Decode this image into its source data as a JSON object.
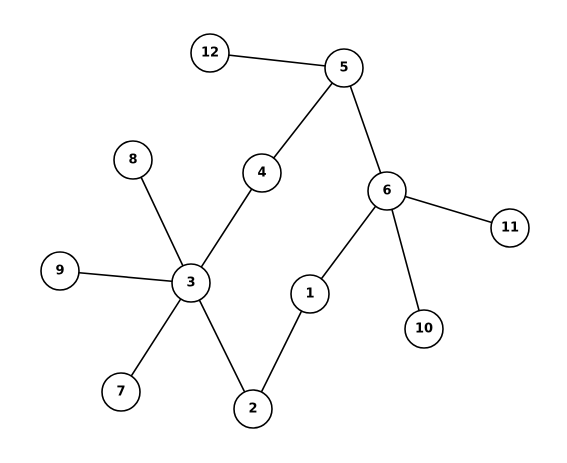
{
  "graph": {
    "nodes": [
      {
        "id": "1",
        "label": "1"
      },
      {
        "id": "2",
        "label": "2"
      },
      {
        "id": "3",
        "label": "3"
      },
      {
        "id": "4",
        "label": "4"
      },
      {
        "id": "5",
        "label": "5"
      },
      {
        "id": "6",
        "label": "6"
      },
      {
        "id": "7",
        "label": "7"
      },
      {
        "id": "8",
        "label": "8"
      },
      {
        "id": "9",
        "label": "9"
      },
      {
        "id": "10",
        "label": "10"
      },
      {
        "id": "11",
        "label": "11"
      },
      {
        "id": "12",
        "label": "12"
      }
    ],
    "edges": [
      {
        "from": "12",
        "to": "5"
      },
      {
        "from": "5",
        "to": "4"
      },
      {
        "from": "5",
        "to": "6"
      },
      {
        "from": "4",
        "to": "3"
      },
      {
        "from": "8",
        "to": "3"
      },
      {
        "from": "9",
        "to": "3"
      },
      {
        "from": "7",
        "to": "3"
      },
      {
        "from": "3",
        "to": "2"
      },
      {
        "from": "2",
        "to": "1"
      },
      {
        "from": "1",
        "to": "6"
      },
      {
        "from": "6",
        "to": "11"
      },
      {
        "from": "6",
        "to": "10"
      }
    ],
    "colors": {
      "stroke": "#000000",
      "node_fill": "#ffffff",
      "background": "#ffffff"
    }
  }
}
